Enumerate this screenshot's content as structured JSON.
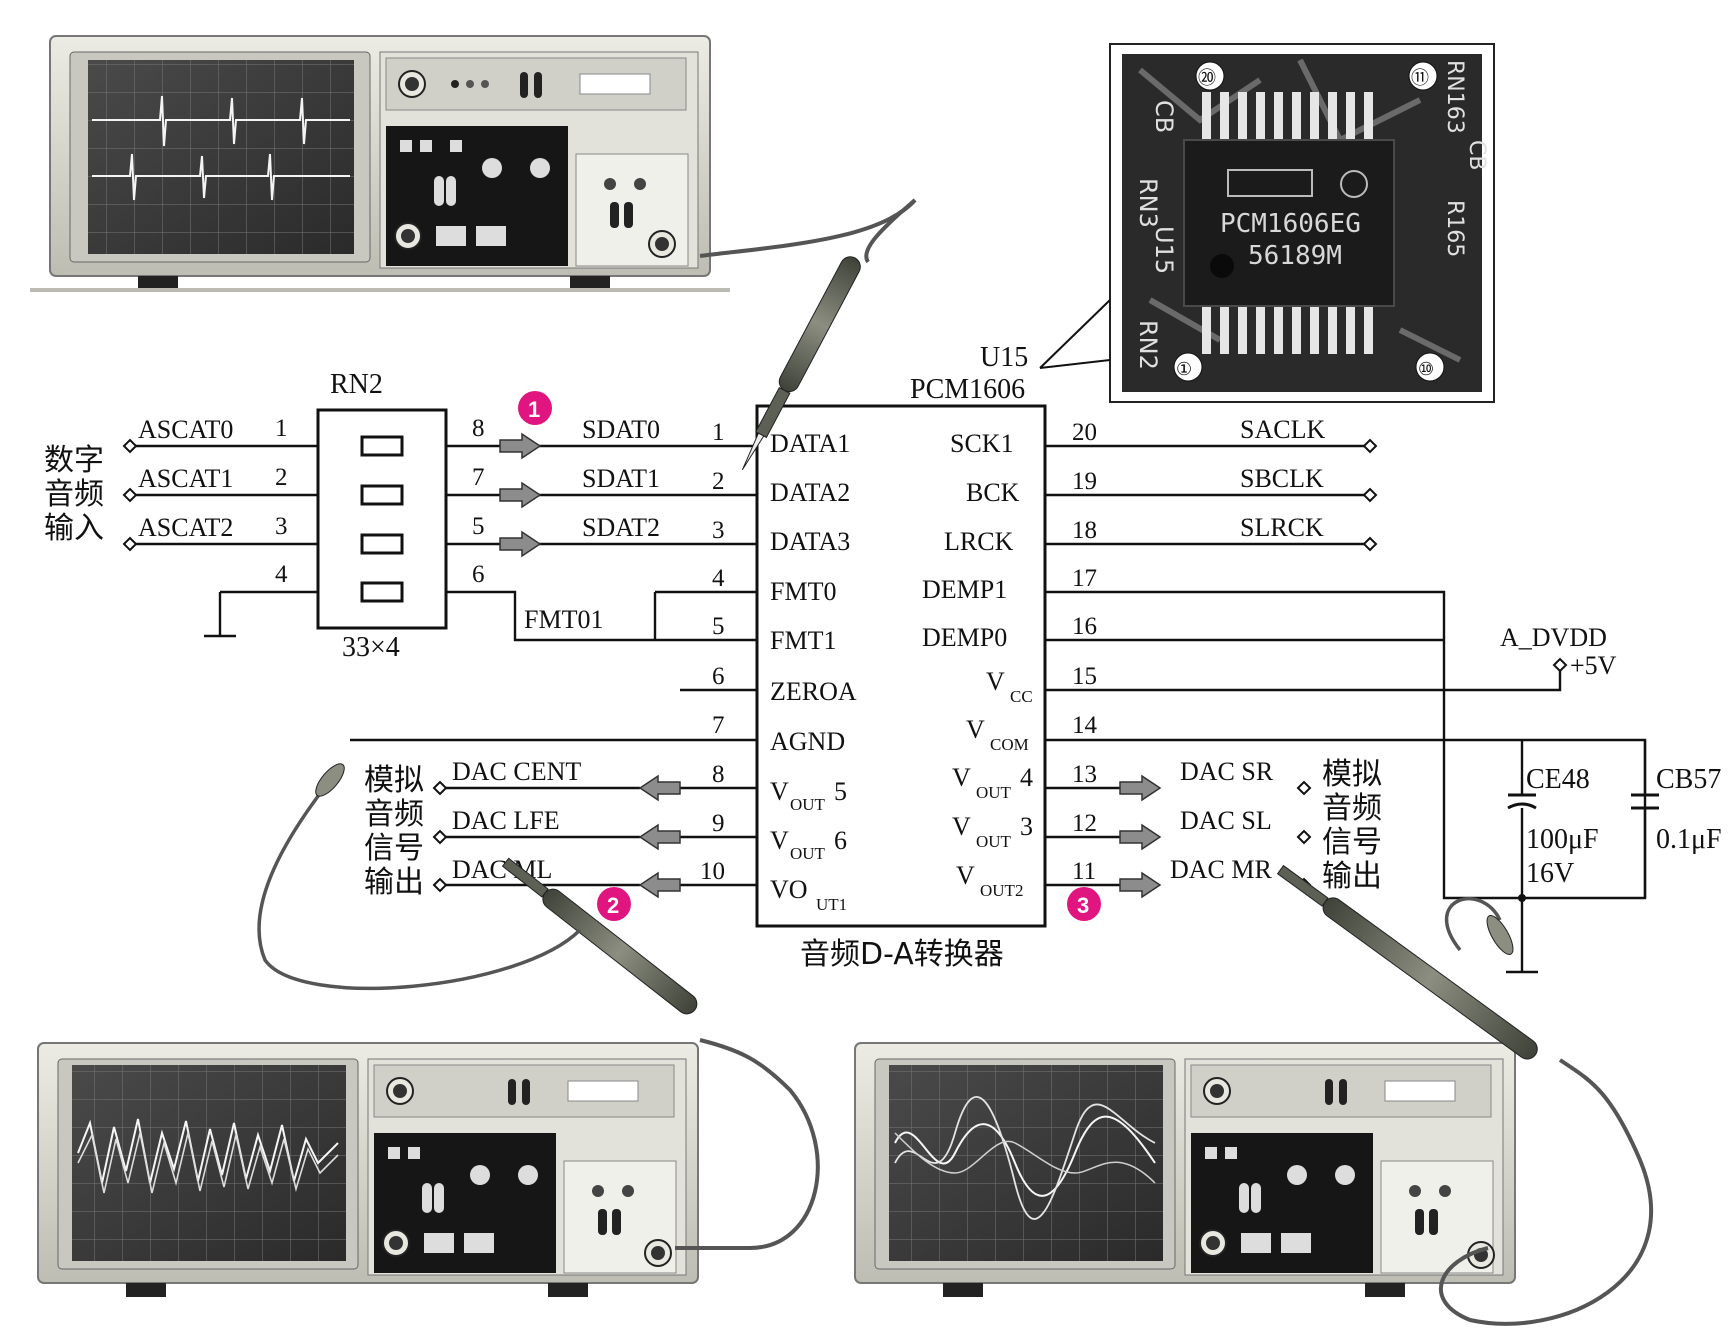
{
  "chip": {
    "ref": "U15",
    "part": "PCM1606",
    "caption": "音频D-A转换器",
    "photo_marking_1": "PCM1606EG",
    "photo_marking_2": "56189M",
    "photo_pin_markers": [
      "⑳",
      "⑪",
      "①",
      "⑩"
    ],
    "photo_board_labels": [
      "CB",
      "RN3",
      "U15",
      "RN2",
      "RN163",
      "R165",
      "CB"
    ]
  },
  "left_pins": [
    {
      "num": "1",
      "name": "DATA1"
    },
    {
      "num": "2",
      "name": "DATA2"
    },
    {
      "num": "3",
      "name": "DATA3"
    },
    {
      "num": "4",
      "name": "FMT0"
    },
    {
      "num": "5",
      "name": "FMT1"
    },
    {
      "num": "6",
      "name": "ZEROA"
    },
    {
      "num": "7",
      "name": "AGND"
    },
    {
      "num": "8",
      "name": "V",
      "sub": "OUT",
      "tail": "5"
    },
    {
      "num": "9",
      "name": "V",
      "sub": "OUT",
      "tail": "6"
    },
    {
      "num": "10",
      "name": "VO",
      "sub": "UT1",
      "tail": ""
    }
  ],
  "right_pins": [
    {
      "num": "20",
      "name": "SCK1"
    },
    {
      "num": "19",
      "name": "BCK"
    },
    {
      "num": "18",
      "name": "LRCK"
    },
    {
      "num": "17",
      "name": "DEMP1"
    },
    {
      "num": "16",
      "name": "DEMP0"
    },
    {
      "num": "15",
      "name": "V",
      "sub": "CC",
      "tail": ""
    },
    {
      "num": "14",
      "name": "V",
      "sub": "COM",
      "tail": ""
    },
    {
      "num": "13",
      "name": "V",
      "sub": "OUT",
      "tail": "4"
    },
    {
      "num": "12",
      "name": "V",
      "sub": "OUT",
      "tail": "3"
    },
    {
      "num": "11",
      "name": "V",
      "sub": "OUT2",
      "tail": ""
    }
  ],
  "resistor_network": {
    "ref": "RN2",
    "value": "33×4",
    "left_pin_numbers": [
      "1",
      "2",
      "3",
      "4"
    ],
    "right_pin_numbers": [
      "8",
      "7",
      "5",
      "6"
    ]
  },
  "digital_inputs": {
    "group_label": [
      "数字",
      "音频",
      "输入"
    ],
    "signals": [
      "ASCAT0",
      "ASCAT1",
      "ASCAT2"
    ],
    "sdat": [
      "SDAT0",
      "SDAT1",
      "SDAT2"
    ],
    "fmt_net": "FMT01"
  },
  "clock_outputs": [
    "SACLK",
    "SBCLK",
    "SLRCK"
  ],
  "power": {
    "net": "A_DVDD",
    "voltage": "+5V"
  },
  "capacitors": [
    {
      "ref": "CE48",
      "value": "100μF",
      "rating": "16V"
    },
    {
      "ref": "CB57",
      "value": "0.1μF"
    }
  ],
  "analog_left": {
    "group_label": [
      "模拟",
      "音频",
      "信号",
      "输出"
    ],
    "signals": [
      "DAC CENT",
      "DAC LFE",
      "DAC ML"
    ]
  },
  "analog_right": {
    "group_label": [
      "模拟",
      "音频",
      "信号",
      "输出"
    ],
    "signals": [
      "DAC SR",
      "DAC SL",
      "DAC MR"
    ]
  },
  "test_points": [
    "1",
    "2",
    "3"
  ],
  "colors": {
    "marker": "#e0157f",
    "arrow": "#8c8c8c",
    "screen": "#3a3a3a",
    "case": "#dcdcd2",
    "panel": "#161616"
  }
}
